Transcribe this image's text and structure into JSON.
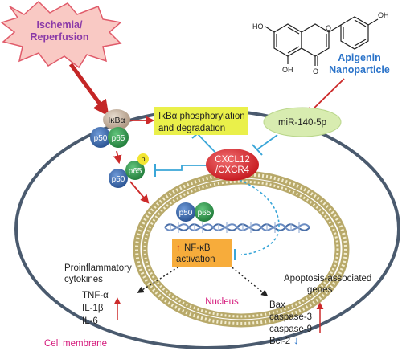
{
  "stimulus": {
    "line1": "Ischemia/",
    "line2": "Reperfusion"
  },
  "drug": {
    "line1": "Apigenin",
    "line2": "Nanoparticle"
  },
  "chem": {
    "oh_top": "OH",
    "oh_left": "HO",
    "oh_bottom": "OH",
    "o_ring": "O",
    "o_keto": "O"
  },
  "nodes": {
    "ikba": "IκBα",
    "p50": "p50",
    "p65": "p65",
    "p": "p",
    "mir": "miR-140-5p",
    "cxcl_line1": "CXCL12",
    "cxcl_line2": "/CXCR4"
  },
  "boxes": {
    "ikb_line1": "IκBα phosphorylation",
    "ikb_line2": "and degradation",
    "nfkb_arrow": "↑",
    "nfkb_line1": "NF-κB",
    "nfkb_line2": "activation"
  },
  "inflammatory": {
    "heading_line1": "Proinflammatory",
    "heading_line2": "cytokines",
    "items": [
      "TNF-α",
      "IL-1β",
      "IL-6"
    ]
  },
  "apoptosis": {
    "heading_line1": "Apoptosis-associated",
    "heading_line2": "genes",
    "items": [
      "Bax",
      "caspase-3",
      "caspase-9",
      "Bcl-2"
    ],
    "down_arrow": "↓"
  },
  "labels": {
    "nucleus": "Nucleus",
    "cell_membrane": "Cell membrane"
  },
  "colors": {
    "burst_fill": "#f9c9c4",
    "burst_stroke": "#e05b6a",
    "stimulus_text": "#8b3aa8",
    "drug_text": "#2a73c9",
    "ikba": "#c9b6a3",
    "p50": "#3e6fb5",
    "p65": "#2e9e4f",
    "phos": "#f2e533",
    "mir": "#d8ecb0",
    "cxcl": "#e5242a",
    "yellow_box": "#eaf04a",
    "nfkb_box": "#f7ac3b",
    "arrow_red": "#cc2a2a",
    "arrow_blue": "#3aa6d8",
    "nucleus_text": "#d4177a",
    "membrane_text": "#d4177a"
  }
}
